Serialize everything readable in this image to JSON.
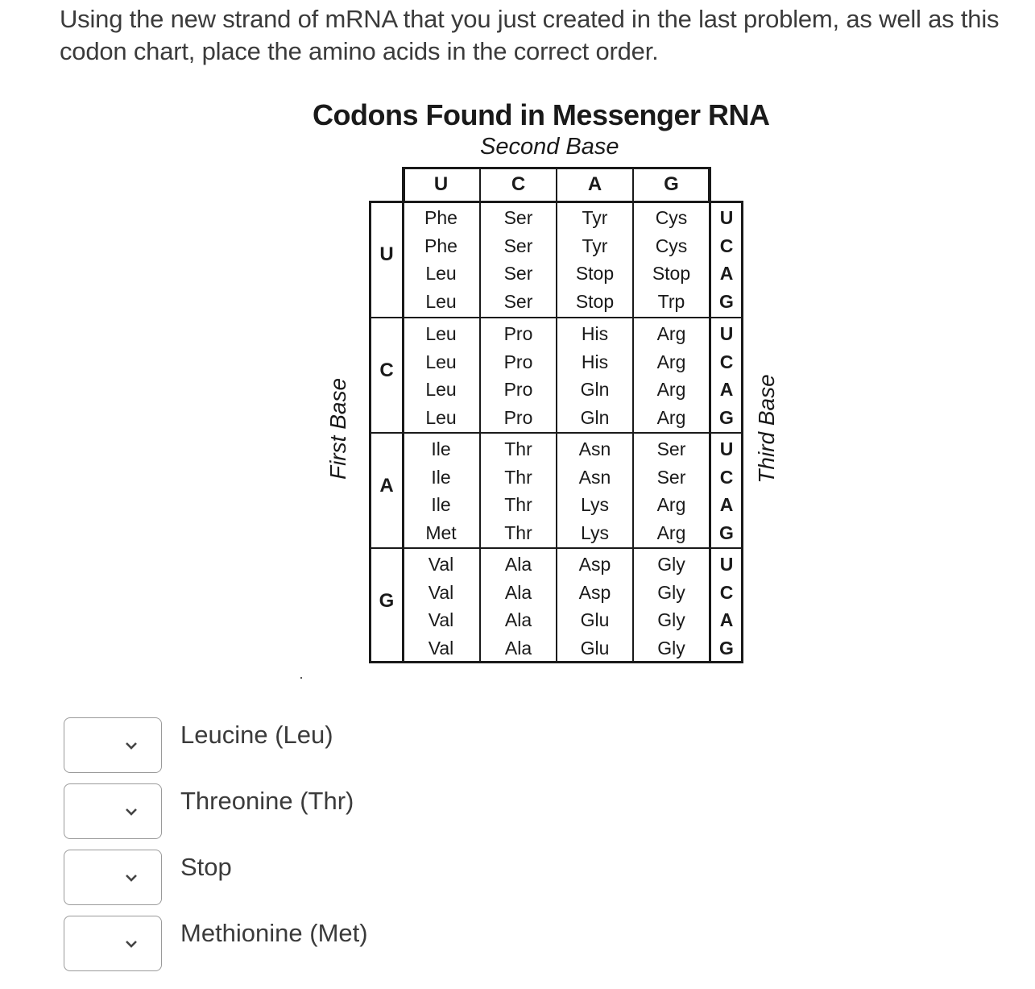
{
  "question": {
    "prompt": "Using the new strand of mRNA that you just created in the last problem, as well as this codon chart, place the amino acids in the correct order."
  },
  "codon_chart": {
    "title": "Codons Found in Messenger RNA",
    "second_base_label": "Second Base",
    "first_base_label": "First Base",
    "third_base_label": "Third Base",
    "second_bases": [
      "U",
      "C",
      "A",
      "G"
    ],
    "third_bases": [
      "U",
      "C",
      "A",
      "G"
    ],
    "groups": [
      {
        "first_base": "U",
        "rows": [
          [
            "Phe",
            "Ser",
            "Tyr",
            "Cys"
          ],
          [
            "Phe",
            "Ser",
            "Tyr",
            "Cys"
          ],
          [
            "Leu",
            "Ser",
            "Stop",
            "Stop"
          ],
          [
            "Leu",
            "Ser",
            "Stop",
            "Trp"
          ]
        ]
      },
      {
        "first_base": "C",
        "rows": [
          [
            "Leu",
            "Pro",
            "His",
            "Arg"
          ],
          [
            "Leu",
            "Pro",
            "His",
            "Arg"
          ],
          [
            "Leu",
            "Pro",
            "Gln",
            "Arg"
          ],
          [
            "Leu",
            "Pro",
            "Gln",
            "Arg"
          ]
        ]
      },
      {
        "first_base": "A",
        "rows": [
          [
            "Ile",
            "Thr",
            "Asn",
            "Ser"
          ],
          [
            "Ile",
            "Thr",
            "Asn",
            "Ser"
          ],
          [
            "Ile",
            "Thr",
            "Lys",
            "Arg"
          ],
          [
            "Met",
            "Thr",
            "Lys",
            "Arg"
          ]
        ]
      },
      {
        "first_base": "G",
        "rows": [
          [
            "Val",
            "Ala",
            "Asp",
            "Gly"
          ],
          [
            "Val",
            "Ala",
            "Asp",
            "Gly"
          ],
          [
            "Val",
            "Ala",
            "Glu",
            "Gly"
          ],
          [
            "Val",
            "Ala",
            "Glu",
            "Gly"
          ]
        ]
      }
    ]
  },
  "answers": [
    {
      "label": "Leucine (Leu)",
      "selected": ""
    },
    {
      "label": "Threonine (Thr)",
      "selected": ""
    },
    {
      "label": "Stop",
      "selected": ""
    },
    {
      "label": "Methionine (Met)",
      "selected": ""
    }
  ],
  "icons": {
    "dropdown": "chevron-down-icon"
  }
}
